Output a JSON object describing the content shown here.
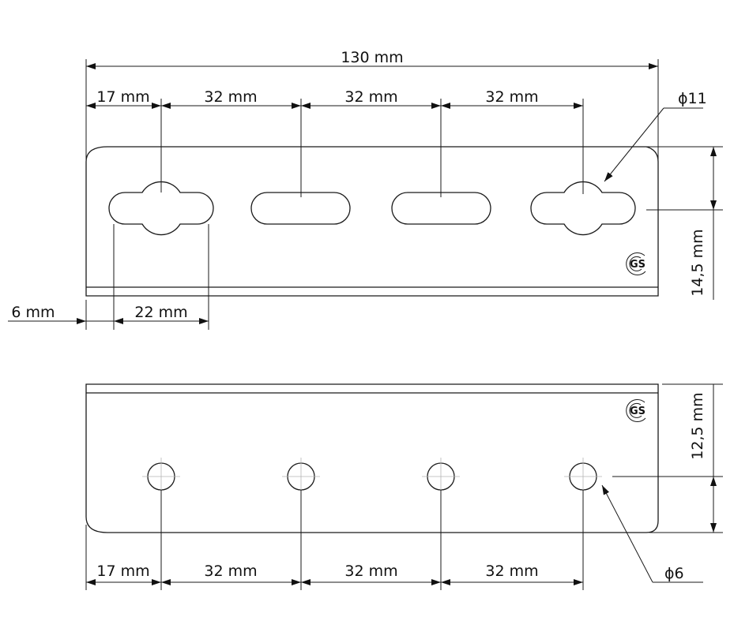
{
  "top_view": {
    "overall_length": "130 mm",
    "edge_to_first": "17 mm",
    "pitch_1": "32 mm",
    "pitch_2": "32 mm",
    "pitch_3": "32 mm",
    "keyhole_diameter": "ϕ11",
    "height": "14,5 mm",
    "left_offset": "6 mm",
    "slot_length": "22 mm",
    "logo_letters": "GS"
  },
  "bottom_view": {
    "edge_to_first": "17 mm",
    "pitch_1": "32 mm",
    "pitch_2": "32 mm",
    "pitch_3": "32 mm",
    "hole_diameter": "ϕ6",
    "height": "12,5 mm",
    "logo_letters": "GS"
  }
}
